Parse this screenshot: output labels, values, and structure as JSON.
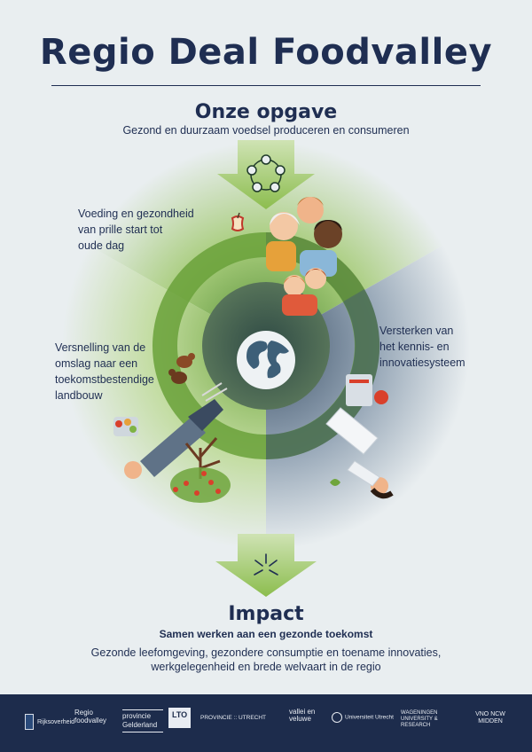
{
  "header": {
    "title": "Regio Deal Foodvalley"
  },
  "opgave": {
    "title": "Onze opgave",
    "subtitle": "Gezond en duurzaam voedsel produceren en consumeren"
  },
  "themes": {
    "left_top": "Voeding en gezondheid\nvan prille start tot\noude dag",
    "left_bottom": "Versnelling van de\nomslag naar een\ntoekomstbestendige\nlandbouw",
    "right": "Versterken van\nhet kennis- en\ninnovatiesysteem"
  },
  "impact": {
    "title": "Impact",
    "subtitle": "Samen werken aan een gezonde toekomst",
    "text_line1": "Gezonde leefomgeving, gezondere consumptie en toename innovaties,",
    "text_line2": "werkgelegenheid en brede welvaart in de regio"
  },
  "colors": {
    "navy": "#1f2e52",
    "green": "#7eb344",
    "slate": "#5f7287",
    "footer": "#1d2c4c"
  },
  "footer": {
    "logos": [
      {
        "name": "Rijksoverheid",
        "text": "Rijksoverheid"
      },
      {
        "name": "Regio Foodvalley",
        "text": "Regio foodvalley"
      },
      {
        "name": "Provincie Gelderland",
        "text": "provincie Gelderland"
      },
      {
        "name": "LTO",
        "text": "LTO"
      },
      {
        "name": "Provincie Utrecht",
        "text": "PROVINCIE :: UTRECHT"
      },
      {
        "name": "Vallei en Veluwe",
        "text": "vallei en veluwe"
      },
      {
        "name": "Universiteit Utrecht",
        "text": "Universiteit Utrecht"
      },
      {
        "name": "Wageningen University",
        "text": "WAGENINGEN UNIVERSITY & RESEARCH"
      },
      {
        "name": "VNO NCW Midden",
        "text": "VNO NCW MIDDEN"
      }
    ]
  }
}
